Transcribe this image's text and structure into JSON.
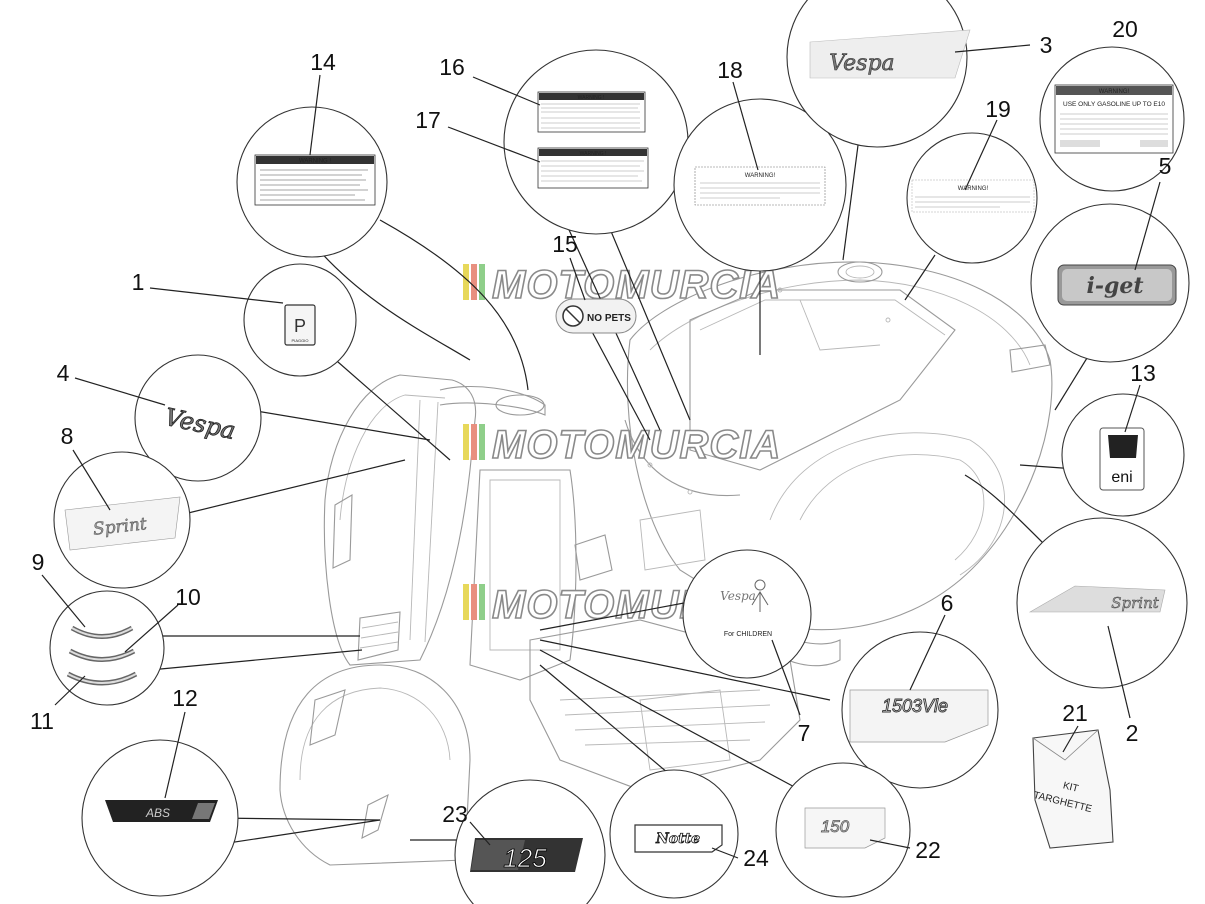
{
  "parts": [
    {
      "num": "1"
    },
    {
      "num": "2"
    },
    {
      "num": "3"
    },
    {
      "num": "4"
    },
    {
      "num": "5"
    },
    {
      "num": "6"
    },
    {
      "num": "7"
    },
    {
      "num": "8"
    },
    {
      "num": "9"
    },
    {
      "num": "10"
    },
    {
      "num": "11"
    },
    {
      "num": "12"
    },
    {
      "num": "13"
    },
    {
      "num": "14"
    },
    {
      "num": "15"
    },
    {
      "num": "16"
    },
    {
      "num": "17"
    },
    {
      "num": "18"
    },
    {
      "num": "19"
    },
    {
      "num": "20"
    },
    {
      "num": "21"
    },
    {
      "num": "22"
    },
    {
      "num": "23"
    },
    {
      "num": "24"
    }
  ],
  "watermark": "MOTOMURCIA",
  "labels": {
    "warning": "WARNING !",
    "warning_lower": "WARNING!",
    "no_pets": "NO PETS",
    "sprint": "Sprint",
    "abs": "ABS",
    "eni": "eni",
    "iget": "i-get",
    "vespa": "Vespa",
    "model_1503v": "1503Vle",
    "model_150": "150",
    "notte": "Notte",
    "kit_line1": "KIT",
    "kit_line2": "TARGHETTE",
    "for_children": "For CHILDREN",
    "gasoline": "USE ONLY GASOLINE UP TO E10",
    "piaggio": "PIAGGIO"
  }
}
